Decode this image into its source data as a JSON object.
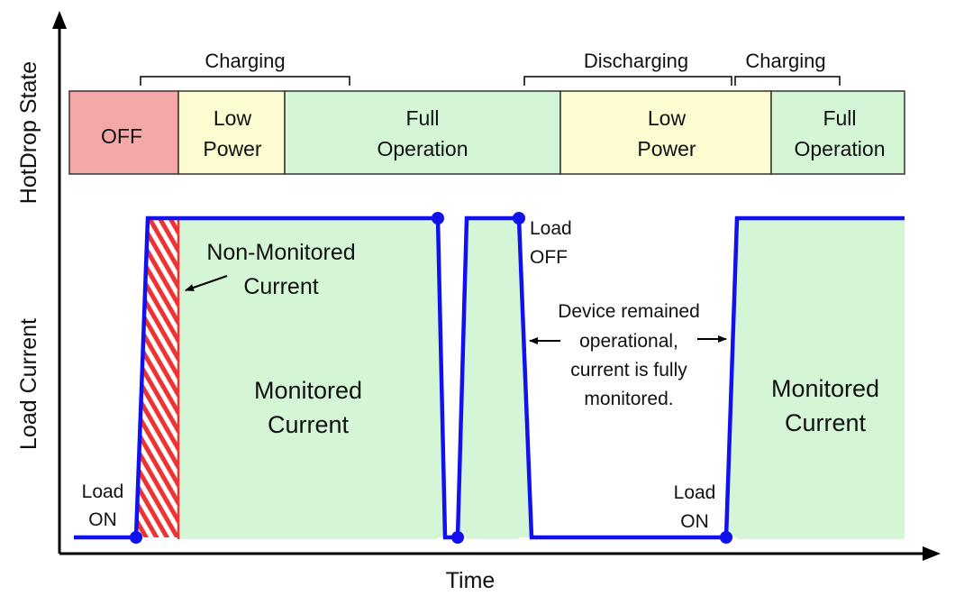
{
  "axes": {
    "x_label": "Time",
    "y_label_top": "HotDrop State",
    "y_label_bottom": "Load Current"
  },
  "brackets": {
    "charging_1": "Charging",
    "discharging": "Discharging",
    "charging_2": "Charging"
  },
  "states": {
    "off": {
      "label": "OFF",
      "color": "#f4a8a8"
    },
    "low_power_1": {
      "line1": "Low",
      "line2": "Power",
      "color": "#fdfbd0"
    },
    "full_op_1": {
      "line1": "Full",
      "line2": "Operation",
      "color": "#d4f5d6"
    },
    "low_power_2": {
      "line1": "Low",
      "line2": "Power",
      "color": "#fdfbd0"
    },
    "full_op_2": {
      "line1": "Full",
      "line2": "Operation",
      "color": "#d4f5d6"
    }
  },
  "annotations": {
    "load_on_1": {
      "line1": "Load",
      "line2": "ON"
    },
    "load_off": {
      "line1": "Load",
      "line2": "OFF"
    },
    "load_on_2": {
      "line1": "Load",
      "line2": "ON"
    },
    "non_monitored": {
      "line1": "Non-Monitored",
      "line2": "Current"
    },
    "monitored_1": {
      "line1": "Monitored",
      "line2": "Current"
    },
    "monitored_2": {
      "line1": "Monitored",
      "line2": "Current"
    },
    "device_note": {
      "line1": "Device remained",
      "line2": "operational,",
      "line3": "current is fully",
      "line4": "monitored."
    }
  },
  "colors": {
    "current_line": "#1111ee",
    "monitored_fill": "#d4f5d6",
    "hatch": "#ee3333",
    "axis": "#000000"
  }
}
